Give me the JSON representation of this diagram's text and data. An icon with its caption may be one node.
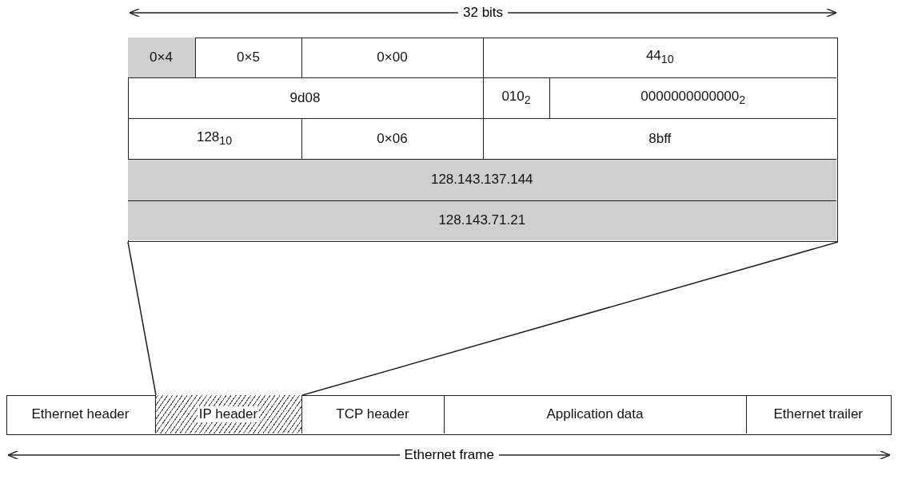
{
  "diagram": {
    "nodes": [
      {
        "text": [],
        "shape": "box"
      },
      {
        "text": [
          "0×4"
        ],
        "in": 0
      },
      {
        "text": [
          "0×5"
        ],
        "in": 0
      },
      {
        "text": [
          "0×00"
        ],
        "in": 0
      },
      {
        "text": [
          "44$_{10}$"
        ],
        "in": 0
      },
      {
        "text": [
          "9d08"
        ],
        "in": 0
      },
      {
        "text": [
          "010$_{2}$"
        ],
        "in": 0
      },
      {
        "text": [
          "0000000000000$_{2}$"
        ],
        "in": 0
      },
      {
        "text": [
          "128$_{10}$"
        ],
        "in": 0
      },
      {
        "text": [
          "0×06"
        ],
        "in": 0
      },
      {
        "text": [
          "8bff"
        ],
        "in": 0
      },
      {
        "text": [
          "128.143.137.144"
        ],
        "in": 0
      },
      {
        "text": [
          "128.143.71.21"
        ],
        "in": 0
      },
      {
        "text": [],
        "shape": "box"
      },
      {
        "text": [
          "Ethernet header"
        ],
        "in": 13
      },
      {
        "text": [
          "IP header"
        ],
        "in": 13
      },
      {
        "text": [
          "TCP header"
        ],
        "in": 13
      },
      {
        "text": [
          "Application data"
        ],
        "in": 13
      },
      {
        "text": [
          "Ethernet trailer"
        ],
        "in": 13
      }
    ],
    "edges": [
      {
        "from": 15,
        "to": 0,
        "arrow": "none"
      },
      {
        "from": 15,
        "to": 0,
        "arrow": "none"
      }
    ],
    "labels": [
      "32 bits",
      "Ethernet frame"
    ]
  }
}
